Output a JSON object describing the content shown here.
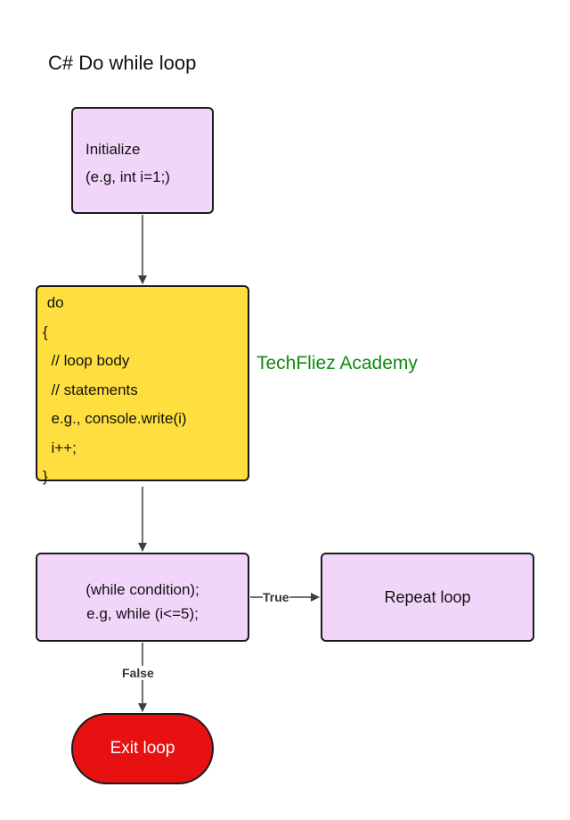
{
  "title": "C# Do while loop",
  "nodes": {
    "initialize": {
      "lines": [
        "Initialize",
        "(e.g, int i=1;)"
      ]
    },
    "do_block": {
      "lines": [
        " do",
        "{",
        "  // loop body",
        "  // statements",
        "  e.g., console.write(i)",
        "  i++;",
        "}"
      ]
    },
    "while_condition": {
      "lines": [
        "(while condition);",
        "e.g, while (i<=5);"
      ]
    },
    "repeat_loop": {
      "label": "Repeat loop"
    },
    "exit_loop": {
      "label": "Exit loop"
    }
  },
  "edges": {
    "true_label": "True",
    "false_label": "False"
  },
  "watermark": "TechFliez Academy",
  "colors": {
    "process_fill": "#f2d6fa",
    "do_block_fill": "#ffdf3f",
    "terminal_fill": "#e81111",
    "watermark_text": "#118a11",
    "connector": "#3a3f4b"
  }
}
